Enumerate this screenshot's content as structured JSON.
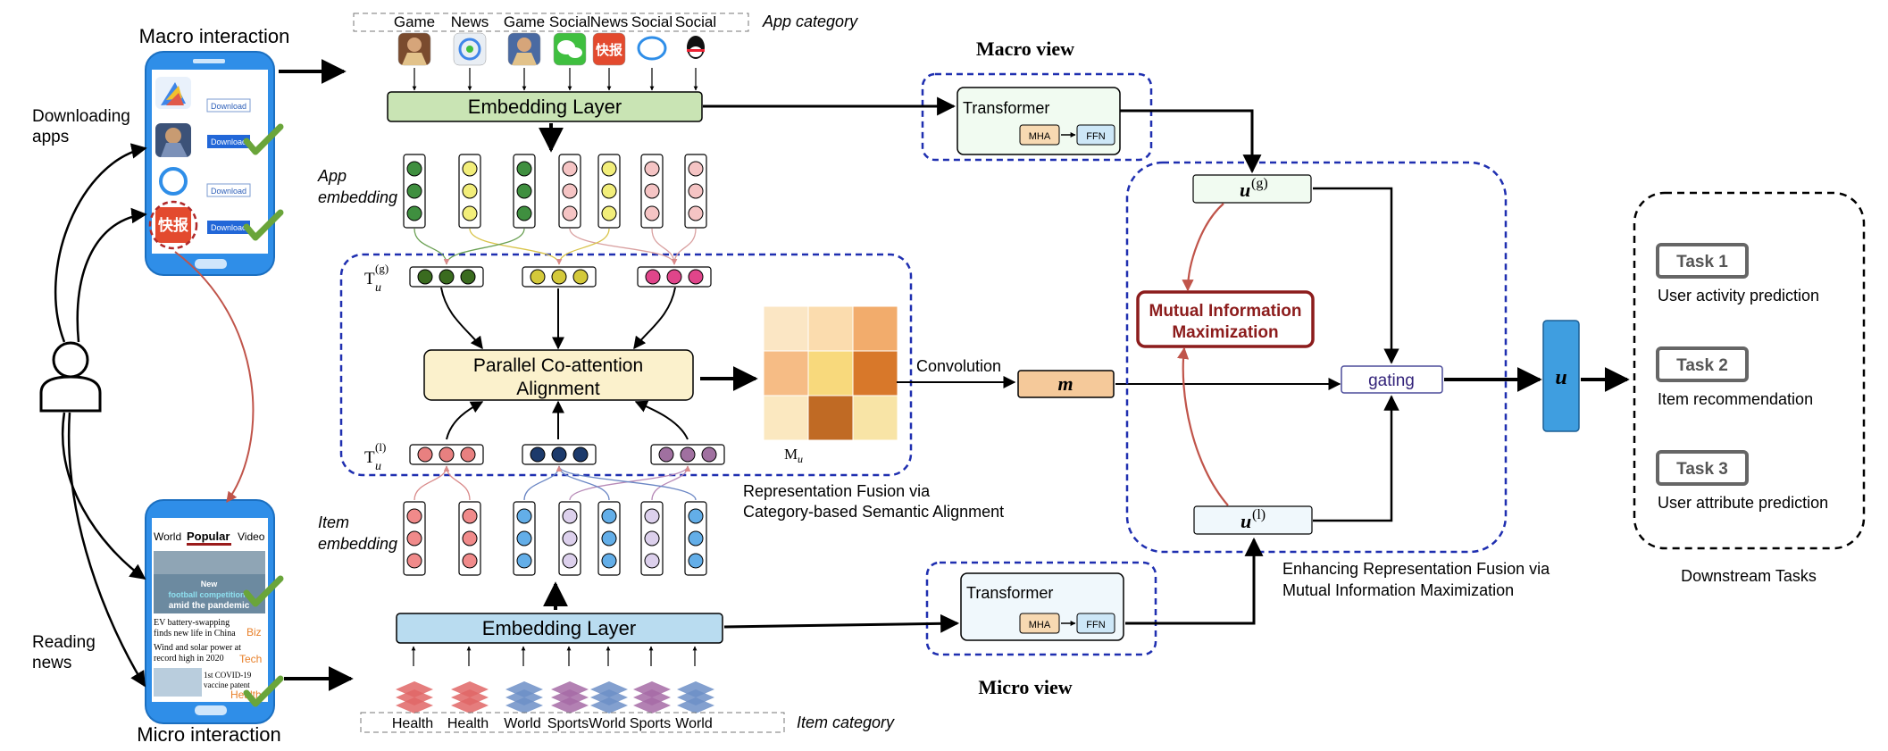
{
  "left": {
    "macro_title": "Macro interaction",
    "micro_title": "Micro interaction",
    "downloading_apps": [
      "Downloading",
      "apps"
    ],
    "reading_news": [
      "Reading",
      "news"
    ],
    "download_label": "Download",
    "kuaibao_text": "快报",
    "news_tabs": [
      "World",
      "Popular",
      "Video"
    ],
    "hero_lines": [
      "New",
      "football competitions",
      "amid the pandemic"
    ],
    "news_items": [
      {
        "lines": [
          "EV battery-swapping",
          "finds new life in China"
        ],
        "tag": "Biz",
        "tag_color": "#e8802a"
      },
      {
        "lines": [
          "Wind and solar power at",
          "record high in 2020"
        ],
        "tag": "Tech",
        "tag_color": "#e8802a"
      },
      {
        "lines": [
          "1st COVID-19",
          "vaccine patent"
        ],
        "tag": "Health",
        "tag_color": "#e8802a"
      }
    ]
  },
  "app": {
    "categories": [
      "Game",
      "News",
      "Game",
      "Social",
      "News",
      "Social",
      "Social"
    ],
    "category_label": "App category",
    "icon_names": [
      "game-icon",
      "news-icon",
      "game-icon",
      "wechat-icon",
      "kuaibao-icon",
      "chat-bubble-icon",
      "qq-icon"
    ],
    "kuaibao_text": "快报",
    "embedding_layer": "Embedding Layer",
    "embedding_label": [
      "App",
      "embedding"
    ],
    "vector_colors": [
      "#3f8f3f",
      "#f2ee7a",
      "#3f8f3f",
      "#f5c4c4",
      "#f2ee7a",
      "#f5c4c4",
      "#f5c4c4"
    ]
  },
  "item": {
    "categories": [
      "Health",
      "Health",
      "World",
      "Sports",
      "World",
      "Sports",
      "World"
    ],
    "category_label": "Item category",
    "embedding_layer": "Embedding Layer",
    "embedding_label": [
      "Item",
      "embedding"
    ],
    "vector_colors": [
      "#f08a8a",
      "#f08a8a",
      "#63aee8",
      "#dcd0ec",
      "#63aee8",
      "#dcd0ec",
      "#63aee8"
    ],
    "stack_colors": [
      "#e06666",
      "#e06666",
      "#6d8fc7",
      "#a66ba6",
      "#6d8fc7",
      "#a66ba6",
      "#6d8fc7"
    ]
  },
  "alignment": {
    "t_global": {
      "base": "T",
      "sub": "u",
      "sup": "(g)"
    },
    "t_local": {
      "base": "T",
      "sub": "u",
      "sup": "(l)"
    },
    "global_colors": [
      "#3a6b1f",
      "#d4c93a",
      "#e0458a"
    ],
    "local_colors": [
      "#e88080",
      "#1c3a6b",
      "#a070a0"
    ],
    "parallel_box": [
      "Parallel Co-attention",
      "Alignment"
    ],
    "matrix_label": {
      "base": "M",
      "sub": "u"
    },
    "matrix_colors": [
      [
        "#fbe6c4",
        "#fbdcae",
        "#f2ac6c"
      ],
      [
        "#f6bc85",
        "#f8d97c",
        "#d8782a"
      ],
      [
        "#fbe8c0",
        "#c06a24",
        "#f8e4a6"
      ]
    ],
    "caption": [
      "Representation Fusion via",
      "Category-based Semantic Alignment"
    ],
    "convolution": "Convolution",
    "m_label": "m"
  },
  "macro_view": {
    "title": "Macro view",
    "transformer": "Transformer",
    "mha": "MHA",
    "ffn": "FFN"
  },
  "micro_view": {
    "title": "Micro view",
    "transformer": "Transformer",
    "mha": "MHA",
    "ffn": "FFN"
  },
  "mi": {
    "u_global": {
      "base": "u",
      "sup": "(g)"
    },
    "u_local": {
      "base": "u",
      "sup": "(l)"
    },
    "mim_box": [
      "Mutual Information",
      "Maximization"
    ],
    "gating": "gating",
    "caption": [
      "Enhancing Representation Fusion via",
      "Mutual Information Maximization"
    ]
  },
  "output_u": "u",
  "tasks": {
    "items": [
      {
        "label": "Task 1",
        "desc": "User activity prediction"
      },
      {
        "label": "Task 2",
        "desc": "Item recommendation"
      },
      {
        "label": "Task 3",
        "desc": "User attribute prediction"
      }
    ],
    "caption": "Downstream Tasks"
  },
  "colors": {
    "blue_dashed": "#1f2fb0",
    "mim_border": "#8c1c1c",
    "red_arrow": "#c0544a",
    "green_layer": "#c9e4b4",
    "blue_layer": "#b9dcf0",
    "u_box": "#3f9ee0"
  }
}
